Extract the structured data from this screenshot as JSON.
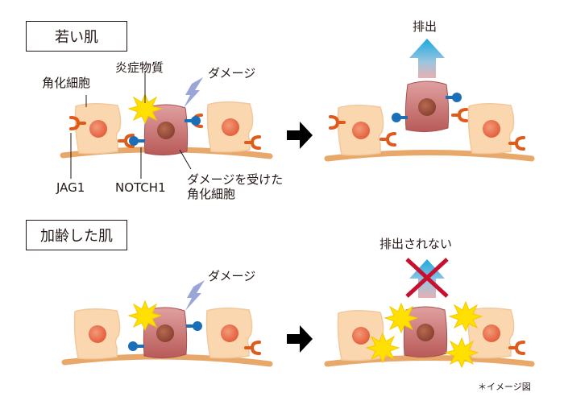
{
  "panels": {
    "young": {
      "title": "若い肌"
    },
    "aged": {
      "title": "加齢した肌"
    }
  },
  "labels": {
    "keratinocyte": "角化細胞",
    "inflammatory": "炎症物質",
    "damage_top": "ダメージ",
    "damage_bottom": "ダメージ",
    "jag1": "JAG1",
    "notch1": "NOTCH1",
    "damaged_cell_line1": "ダメージを受けた",
    "damaged_cell_line2": "角化細胞",
    "expelled": "排出",
    "not_expelled": "排出されない",
    "note": "＊イメージ図"
  },
  "colors": {
    "cell": "#fbd7b0",
    "cell_edge": "#f0c090",
    "nucleus": "#e8704e",
    "damaged_cell": "#c86a66",
    "damaged_nucleus": "#9a4a38",
    "basement": "#e8a86a",
    "jag1": "#e05a1a",
    "notch1": "#1a6fb8",
    "inflammatory": "#ffe000",
    "damage_bolt": "#9aa6d8",
    "cross": "#c8102e"
  }
}
